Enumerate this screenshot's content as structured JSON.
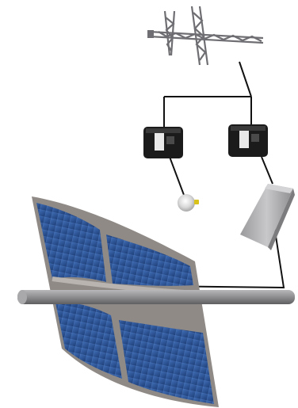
{
  "scene": {
    "components": [
      {
        "id": "transmission-tower",
        "icon": "transmission-tower-icon"
      },
      {
        "id": "battery-left",
        "icon": "battery-icon"
      },
      {
        "id": "battery-right",
        "icon": "battery-icon"
      },
      {
        "id": "light-bulb",
        "icon": "light-bulb-icon"
      },
      {
        "id": "inverter-box",
        "icon": "inverter-icon"
      },
      {
        "id": "solar-panel",
        "icon": "solar-panel-icon"
      },
      {
        "id": "mounting-pole",
        "icon": "pole-icon"
      }
    ],
    "colors": {
      "background": "#ffffff",
      "wire": "#111111",
      "tower": "#6f6f73",
      "battery": "#1b1b1b",
      "inverter": "#a9a9ab",
      "panel_cell": "#2a4f8f",
      "panel_frame": "#8f8a86",
      "pole": "#8c8c8e",
      "bulb": "#dcdcdc"
    }
  }
}
